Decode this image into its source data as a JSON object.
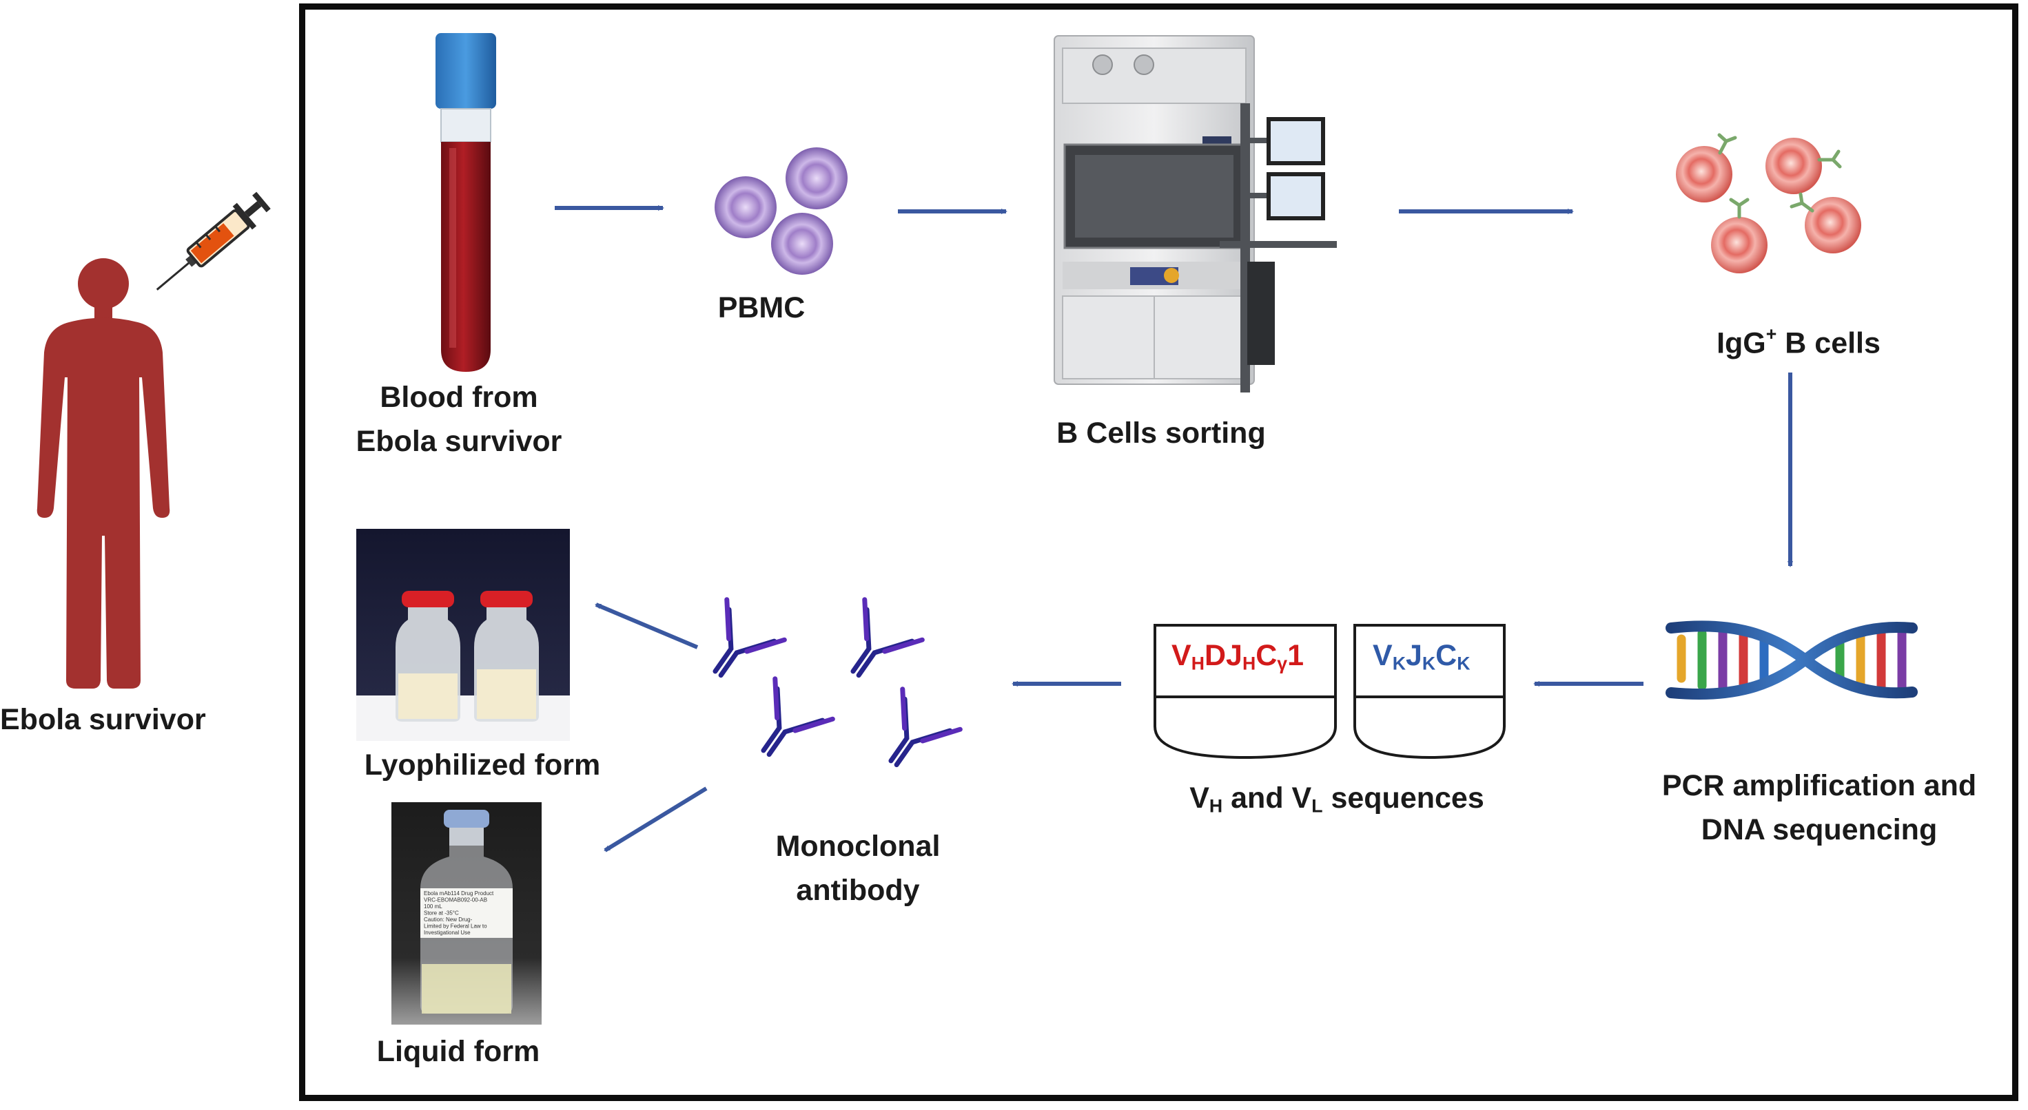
{
  "labels": {
    "survivor": "Ebola survivor",
    "blood_line1": "Blood from",
    "blood_line2": "Ebola survivor",
    "pbmc": "PBMC",
    "sorting": "B Cells sorting",
    "igg_main": "IgG",
    "igg_sup": "+",
    "igg_rest": " B cells",
    "pcr_line1": "PCR amplification  and",
    "pcr_line2": "DNA sequencing",
    "seq_and": " and ",
    "seq_rest": "  sequences",
    "mab_line1": "Monoclonal",
    "mab_line2": "antibody",
    "lyo": "Lyophilized form",
    "liquid": "Liquid form"
  },
  "sequence_symbols": {
    "V": "V",
    "H": "H",
    "L": "L",
    "D": "D",
    "J": "J",
    "C": "C",
    "gamma": "γ",
    "kappa": "K",
    "one": "1"
  },
  "vial_label_lines": [
    "Ebola mAb114 Drug Product",
    "VRC-EBOMAB092-00-AB",
    "100 mL",
    "Store at -35°C",
    "Caution: New Drug-",
    "Limited by Federal Law to",
    "Investigational Use"
  ],
  "colors": {
    "arrow": "#3a58a0",
    "heavy_chain_text": "#d21a1a",
    "light_chain_text": "#2f5aa8",
    "human": "#a3312f",
    "antibody": "#26248c",
    "antibody_accent": "#5a2cb8",
    "pbmc": "#a98bd0",
    "bcell": "#e57b75",
    "frame": "#0d0d0d"
  }
}
